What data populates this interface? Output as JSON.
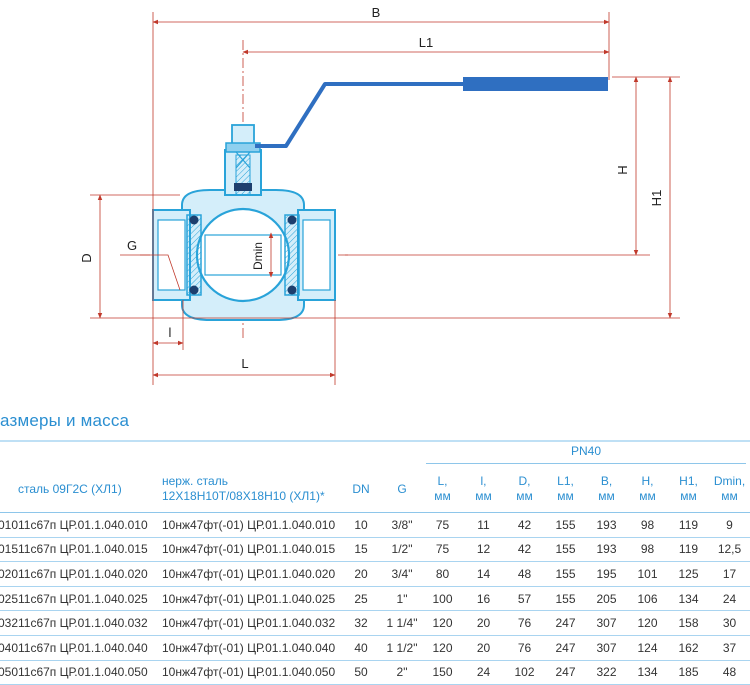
{
  "drawing": {
    "labels": {
      "B": "B",
      "L1": "L1",
      "H": "H",
      "H1": "H1",
      "D": "D",
      "G": "G",
      "Dmin": "Dmin",
      "l": "l",
      "L": "L"
    },
    "colors": {
      "body": "#29a3d9",
      "body_fill": "#d4eefa",
      "handle": "#2f6fc1",
      "dimension": "#c0392b",
      "center": "#c0392b"
    }
  },
  "section_title": "азмеры и масса",
  "table": {
    "pn_label": "PN40",
    "headers": [
      "",
      "сталь 09Г2С (ХЛ1)",
      "нерж. сталь\n12Х18Н10Т/08Х18Н10 (ХЛ1)*",
      "DN",
      "G",
      "L,\nмм",
      "l,\nмм",
      "D,\nмм",
      "L1,\nмм",
      "B,\nмм",
      "H,\nмм",
      "H1,\nмм",
      "Dmin,\nмм"
    ],
    "rows": [
      [
        "010",
        "11с67п ЦР.01.1.040.010",
        "10нж47фт(-01) ЦР.01.1.040.010",
        "10",
        "3/8\"",
        "75",
        "11",
        "42",
        "155",
        "193",
        "98",
        "119",
        "9"
      ],
      [
        "015",
        "11с67п ЦР.01.1.040.015",
        "10нж47фт(-01) ЦР.01.1.040.015",
        "15",
        "1/2\"",
        "75",
        "12",
        "42",
        "155",
        "193",
        "98",
        "119",
        "12,5"
      ],
      [
        "020",
        "11с67п ЦР.01.1.040.020",
        "10нж47фт(-01) ЦР.01.1.040.020",
        "20",
        "3/4\"",
        "80",
        "14",
        "48",
        "155",
        "195",
        "101",
        "125",
        "17"
      ],
      [
        "025",
        "11с67п ЦР.01.1.040.025",
        "10нж47фт(-01) ЦР.01.1.040.025",
        "25",
        "1\"",
        "100",
        "16",
        "57",
        "155",
        "205",
        "106",
        "134",
        "24"
      ],
      [
        "032",
        "11с67п ЦР.01.1.040.032",
        "10нж47фт(-01) ЦР.01.1.040.032",
        "32",
        "1 1/4\"",
        "120",
        "20",
        "76",
        "247",
        "307",
        "120",
        "158",
        "30"
      ],
      [
        "040",
        "11с67п ЦР.01.1.040.040",
        "10нж47фт(-01) ЦР.01.1.040.040",
        "40",
        "1 1/2\"",
        "120",
        "20",
        "76",
        "247",
        "307",
        "124",
        "162",
        "37"
      ],
      [
        "050",
        "11с67п ЦР.01.1.040.050",
        "10нж47фт(-01) ЦР.01.1.040.050",
        "50",
        "2\"",
        "150",
        "24",
        "102",
        "247",
        "322",
        "134",
        "185",
        "48"
      ]
    ]
  }
}
